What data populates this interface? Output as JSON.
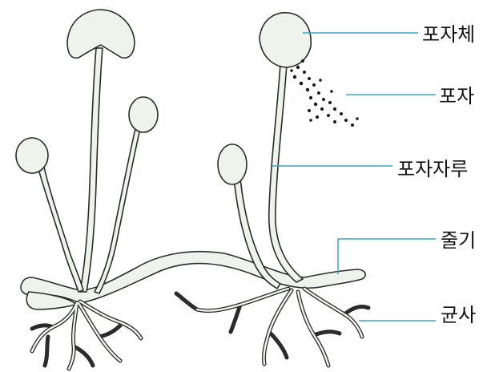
{
  "labels": {
    "sporangium": "포자체",
    "spore": "포자",
    "sporangiophore": "포자자루",
    "stolon": "줄기",
    "rhizoid": "균사"
  },
  "colors": {
    "outline": "#2b2b2b",
    "body_fill": "#eef3ec",
    "leader_line": "#3aa7c7",
    "spore": "#1a1a1a",
    "background": "#ffffff"
  }
}
